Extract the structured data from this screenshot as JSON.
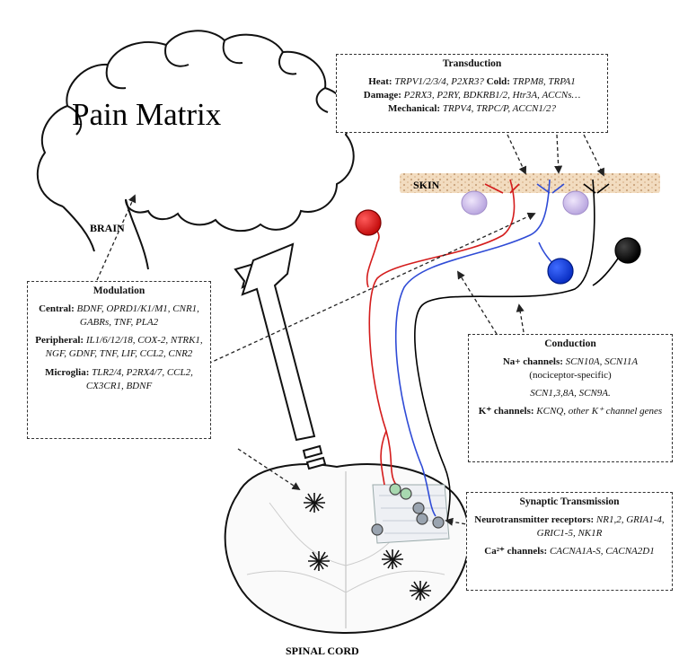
{
  "labels": {
    "pain_matrix": "Pain Matrix",
    "brain": "BRAIN",
    "skin": "SKIN",
    "spinal_cord": "SPINAL CORD"
  },
  "transduction": {
    "title": "Transduction",
    "heat_label": "Heat:",
    "heat_genes": "TRPV1/2/3/4, P2XR3?",
    "cold_label": "Cold:",
    "cold_genes": "TRPM8, TRPA1",
    "damage_label": "Damage:",
    "damage_genes": "P2RX3, P2RY, BDKRB1/2, Htr3A, ACCNs…",
    "mechanical_label": "Mechanical:",
    "mechanical_genes": "TRPV4, TRPC/P, ACCN1/2?"
  },
  "modulation": {
    "title": "Modulation",
    "central_label": "Central:",
    "central_genes": "BDNF, OPRD1/K1/M1, CNR1, GABRs, TNF, PLA2",
    "peripheral_label": "Peripheral:",
    "peripheral_genes": "IL1/6/12/18, COX-2, NTRK1, NGF, GDNF, TNF, LIF, CCL2, CNR2",
    "microglia_label": "Microglia:",
    "microglia_genes": "TLR2/4, P2RX4/7, CCL2, CX3CR1, BDNF"
  },
  "conduction": {
    "title": "Conduction",
    "na_label": "Na+ channels:",
    "na_genes": "SCN10A, SCN11A",
    "na_note": "(nociceptor-specific)",
    "na_other": "SCN1,3,8A, SCN9A.",
    "k_label": "K⁺ channels:",
    "k_genes": "KCNQ, other K⁺ channel genes"
  },
  "synaptic": {
    "title": "Synaptic Transmission",
    "nt_label": "Neurotransmitter receptors:",
    "nt_genes": "NR1,2, GRIA1-4, GRIC1-5, NK1R",
    "ca_label": "Ca²⁺ channels:",
    "ca_genes": "CACNA1A-S, CACNA2D1"
  },
  "colors": {
    "red_fiber": "#d41c1c",
    "blue_fiber": "#2f4bd6",
    "black_fiber": "#000000",
    "skin_fill": "#f2dcc0",
    "skin_dot": "#c9a27a",
    "cell_fill": "#c9b8e6",
    "neuron_green": "#a8d8b0",
    "neuron_grey": "#9aa4b0"
  }
}
